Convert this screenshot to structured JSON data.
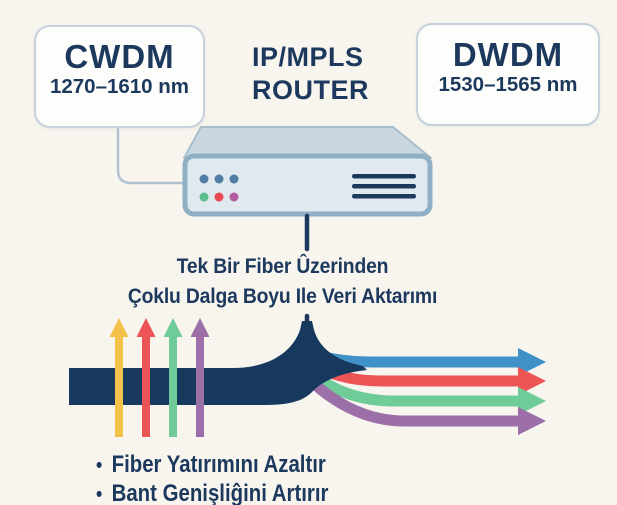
{
  "background": "#F8F5EF",
  "text_color": "#1C395D",
  "cwdm_box": {
    "title": "CWDM",
    "range": "1270–1610 nm"
  },
  "dwdm_box": {
    "title": "DWDM",
    "range": "1530–1565 nm"
  },
  "router_label": {
    "line1": "IP/MPLS",
    "line2": "ROUTER"
  },
  "router_device": {
    "top_color": "#C9D7E1",
    "body_color": "#DFE9EE",
    "border_color": "#8FAFC4",
    "led_colors_top": [
      "#4F7DA6",
      "#4F7DA6",
      "#4F7DA6"
    ],
    "led_colors_bottom": [
      "#5DBE8D",
      "#E8484F",
      "#B35C9E"
    ],
    "vent_color": "#1C395D"
  },
  "connector_color": "#B3C2D1",
  "caption": {
    "line1": "Tek Bir Fiber Ûzerinden",
    "line2": "Çoklu Dalga Boyu Ile Veri Aktarımı"
  },
  "fiber": {
    "single_fiber_color": "#17395E",
    "input_wavelengths": [
      {
        "name": "yellow",
        "color": "#F2C24B"
      },
      {
        "name": "red",
        "color": "#EC5456"
      },
      {
        "name": "green",
        "color": "#6FCB97"
      },
      {
        "name": "purple",
        "color": "#9C6FA9"
      }
    ],
    "output_wavelengths": [
      {
        "name": "blue",
        "color": "#4191C9"
      },
      {
        "name": "red",
        "color": "#EC5456"
      },
      {
        "name": "green",
        "color": "#6FCB97"
      },
      {
        "name": "purple",
        "color": "#9C6FA9"
      }
    ]
  },
  "benefits": {
    "bullet": "•",
    "items": [
      {
        "text": "Fiber Yatırımını Azaltır"
      },
      {
        "text": "Bant Genişliĝini Artırır"
      }
    ]
  }
}
